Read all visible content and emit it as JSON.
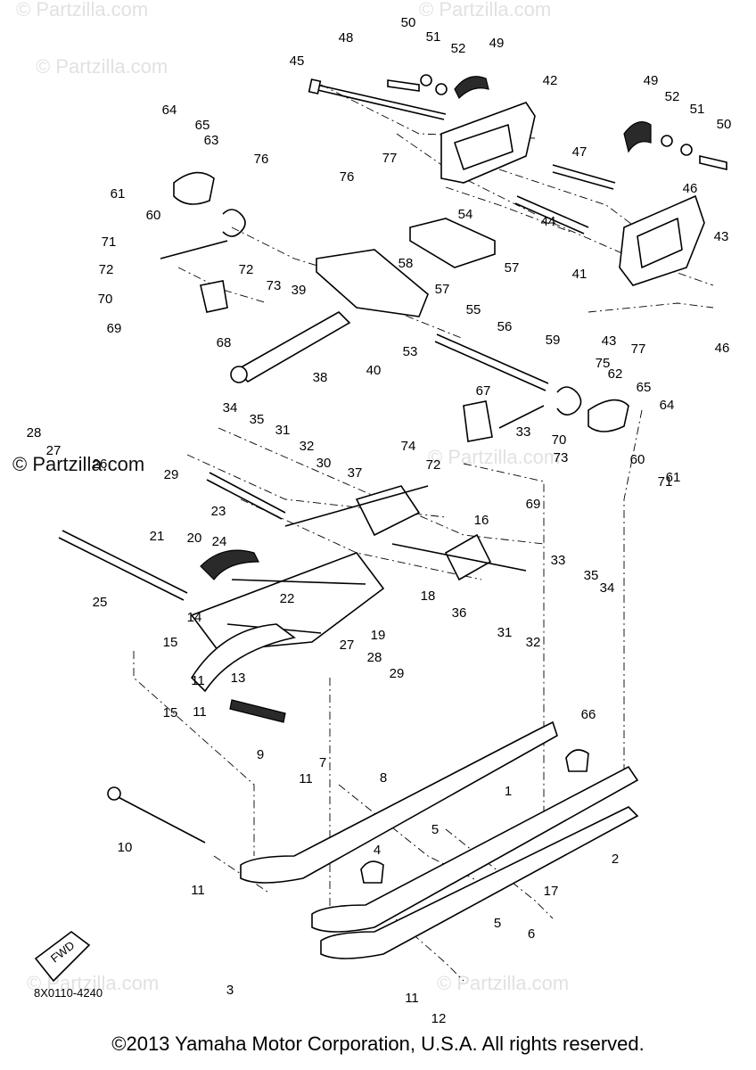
{
  "watermark": "© Partzilla.com",
  "diagram_code": "8X0110-4240",
  "fwd_label": "FWD",
  "copyright": "©2013 Yamaha Motor Corporation, U.S.A. All rights reserved.",
  "callouts": [
    "1",
    "2",
    "3",
    "4",
    "5",
    "5",
    "6",
    "7",
    "8",
    "9",
    "10",
    "11",
    "11",
    "11",
    "11",
    "11",
    "12",
    "13",
    "14",
    "15",
    "15",
    "16",
    "17",
    "18",
    "19",
    "20",
    "21",
    "22",
    "23",
    "24",
    "25",
    "26",
    "27",
    "27",
    "28",
    "28",
    "29",
    "29",
    "30",
    "31",
    "31",
    "32",
    "32",
    "33",
    "33",
    "34",
    "34",
    "35",
    "35",
    "36",
    "37",
    "38",
    "39",
    "40",
    "41",
    "42",
    "43",
    "43",
    "44",
    "45",
    "46",
    "46",
    "47",
    "48",
    "49",
    "49",
    "50",
    "50",
    "51",
    "51",
    "52",
    "52",
    "53",
    "54",
    "55",
    "56",
    "57",
    "57",
    "58",
    "59",
    "60",
    "60",
    "61",
    "61",
    "62",
    "63",
    "64",
    "64",
    "65",
    "65",
    "66",
    "67",
    "68",
    "69",
    "69",
    "70",
    "70",
    "71",
    "71",
    "72",
    "72",
    "72",
    "73",
    "73",
    "74",
    "75",
    "76",
    "76",
    "77",
    "77"
  ]
}
